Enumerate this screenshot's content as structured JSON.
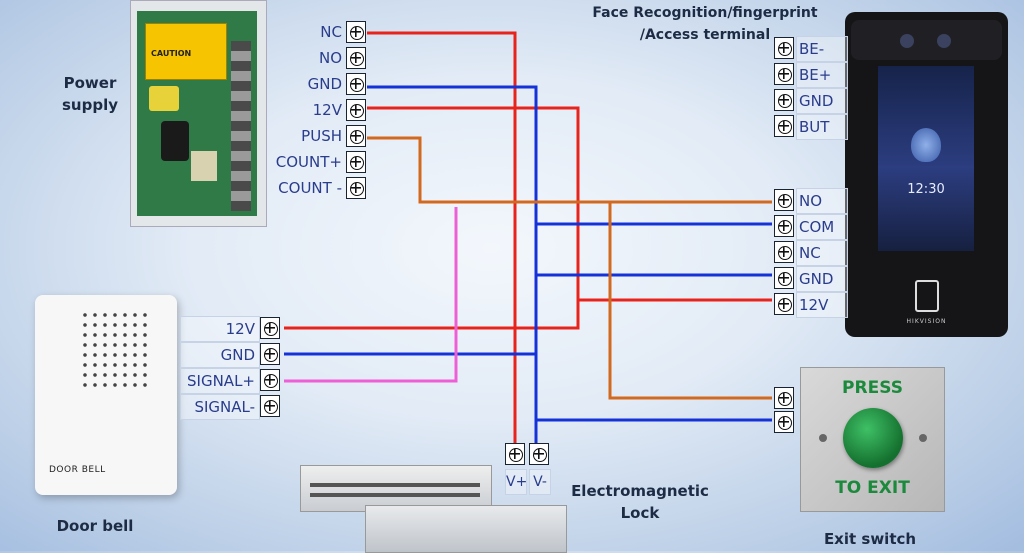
{
  "labels": {
    "power_supply": "Power\nsupply",
    "terminal": "Face Recognition/fingerprint\n/Access terminal",
    "door_bell": "Door bell",
    "lock": "Electromagnetic\nLock",
    "exit_switch": "Exit switch"
  },
  "power_supply_terminals": [
    "NC",
    "NO",
    "GND",
    "12V",
    "PUSH",
    "COUNT+",
    "COUNT -"
  ],
  "terminal_top": [
    "BE-",
    "BE+",
    "GND",
    "BUT"
  ],
  "terminal_bottom": [
    "NO",
    "COM",
    "NC",
    "GND",
    "12V"
  ],
  "doorbell_terminals": [
    "12V",
    "GND",
    "SIGNAL+",
    "SIGNAL-"
  ],
  "lock_terminals": [
    "V+",
    "V-"
  ],
  "device_text": {
    "caution": "CAUTION",
    "door_bell_plate": "DOOR BELL",
    "clock": "12:30",
    "brand": "HIKVISION",
    "press": "PRESS",
    "to_exit": "TO EXIT"
  },
  "colors": {
    "red": "#e8231b",
    "blue": "#1432d8",
    "orange": "#d2691e",
    "pink": "#ee5fd6",
    "button_green": "#1c8a3c"
  }
}
